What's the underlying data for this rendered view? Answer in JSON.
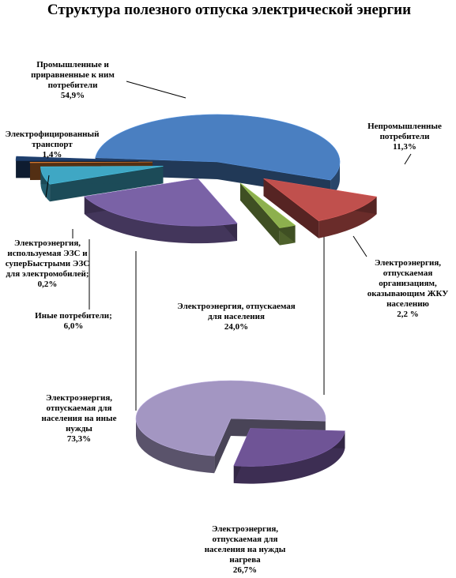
{
  "chart_data": [
    {
      "type": "pie",
      "title": "Структура полезного отпуска     электрической энергии",
      "slices": [
        {
          "label": "Промышленные и приравненные к ним потребители",
          "value_label": "54,9%",
          "value": 54.9,
          "color": "#4a7fc1"
        },
        {
          "label": "Непромышленные потребители",
          "value_label": "11,3%",
          "value": 11.3,
          "color": "#c0504d"
        },
        {
          "label": "Электроэнергия, отпускаемая организациям, оказывающим ЖКУ населению",
          "value_label": "2,2 %",
          "value": 2.2,
          "color": "#8db04e"
        },
        {
          "label": "Электроэнергия, отпускаемая для населения",
          "value_label": "24,0%",
          "value": 24.0,
          "color": "#7a62a6"
        },
        {
          "label": "Иные потребители;",
          "value_label": "6,0%",
          "value": 6.0,
          "color": "#3fa7c4"
        },
        {
          "label": "Электроэнергия, используемая ЭЗС и суперБыстрыми ЭЗС для электромобилей;",
          "value_label": "0,2%",
          "value": 0.2,
          "color": "#b8692a"
        },
        {
          "label": "Электрофицированный транспорт",
          "value_label": "1,4%",
          "value": 1.4,
          "color": "#1f3e6b"
        }
      ]
    },
    {
      "type": "pie",
      "slices": [
        {
          "label": "Электроэнергия, отпускаемая для населения на иные нужды",
          "value_label": "73,3%",
          "value": 73.3,
          "color": "#a396c2"
        },
        {
          "label": "Электроэнергия, отпускаемая для населения на нужды нагрева",
          "value_label": "26,7%",
          "value": 26.7,
          "color": "#6f5496"
        }
      ]
    }
  ]
}
